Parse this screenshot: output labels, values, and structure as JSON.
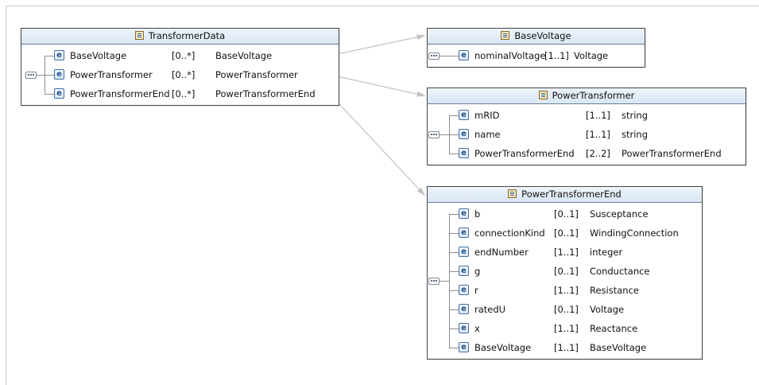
{
  "diagram": {
    "elements": [
      {
        "id": "TransformerData",
        "title": "TransformerData",
        "rows": [
          {
            "name": "BaseVoltage",
            "card": "[0..*]",
            "type": "BaseVoltage"
          },
          {
            "name": "PowerTransformer",
            "card": "[0..*]",
            "type": "PowerTransformer"
          },
          {
            "name": "PowerTransformerEnd",
            "card": "[0..*]",
            "type": "PowerTransformerEnd"
          }
        ]
      },
      {
        "id": "BaseVoltage",
        "title": "BaseVoltage",
        "rows": [
          {
            "name": "nominalVoltage",
            "card": "[1..1]",
            "type": "Voltage"
          }
        ]
      },
      {
        "id": "PowerTransformer",
        "title": "PowerTransformer",
        "rows": [
          {
            "name": "mRID",
            "card": "[1..1]",
            "type": "string"
          },
          {
            "name": "name",
            "card": "[1..1]",
            "type": "string"
          },
          {
            "name": "PowerTransformerEnd",
            "card": "[2..2]",
            "type": "PowerTransformerEnd"
          }
        ]
      },
      {
        "id": "PowerTransformerEnd",
        "title": "PowerTransformerEnd",
        "rows": [
          {
            "name": "b",
            "card": "[0..1]",
            "type": "Susceptance"
          },
          {
            "name": "connectionKind",
            "card": "[0..1]",
            "type": "WindingConnection"
          },
          {
            "name": "endNumber",
            "card": "[1..1]",
            "type": "integer"
          },
          {
            "name": "g",
            "card": "[0..1]",
            "type": "Conductance"
          },
          {
            "name": "r",
            "card": "[1..1]",
            "type": "Resistance"
          },
          {
            "name": "ratedU",
            "card": "[0..1]",
            "type": "Voltage"
          },
          {
            "name": "x",
            "card": "[1..1]",
            "type": "Reactance"
          },
          {
            "name": "BaseVoltage",
            "card": "[1..1]",
            "type": "BaseVoltage"
          }
        ]
      }
    ],
    "element_icon": "element-e-icon",
    "type_icon": "complex-type-icon",
    "sequence_icon": "sequence-compositor-icon",
    "colors": {
      "header_top": "#eef4fb",
      "header_bottom": "#d9e6f4",
      "connector": "#c2c2c2",
      "box_border": "#444444"
    }
  }
}
